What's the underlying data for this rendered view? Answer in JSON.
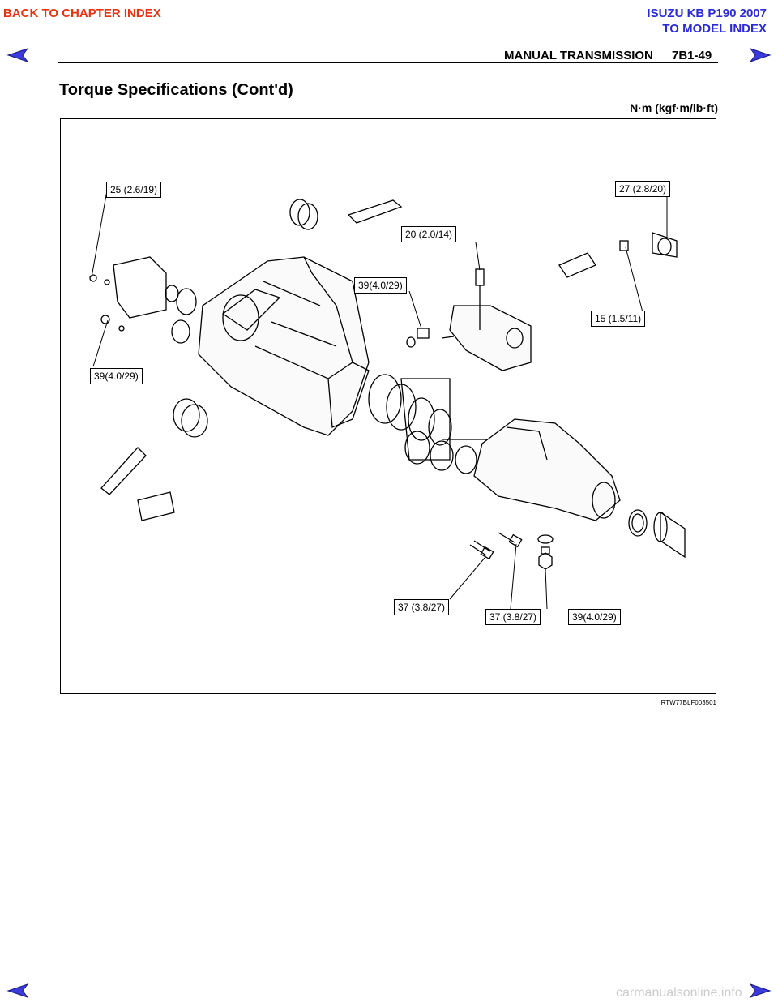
{
  "nav": {
    "back_chapter": "BACK TO CHAPTER INDEX",
    "model_line1": "ISUZU KB P190 2007",
    "model_line2": "TO MODEL INDEX"
  },
  "header": {
    "section": "MANUAL TRANSMISSION",
    "page": "7B1-49"
  },
  "content": {
    "title": "Torque Specifications (Cont'd)",
    "units": "N·m (kgf·m/lb·ft)",
    "figure_code": "RTW77BLF003501"
  },
  "callouts": [
    "25 (2.6/19)",
    "27 (2.8/20)",
    "20 (2.0/14)",
    "39(4.0/29)",
    "15 (1.5/11)",
    "39(4.0/29)",
    "37 (3.8/27)",
    "37 (3.8/27)",
    "39(4.0/29)"
  ],
  "footer": {
    "watermark": "carmanualsonline.info"
  },
  "colors": {
    "link_red": "#e8330f",
    "link_blue": "#2b2bd6",
    "arrow_fill": "#3b3bdc"
  }
}
